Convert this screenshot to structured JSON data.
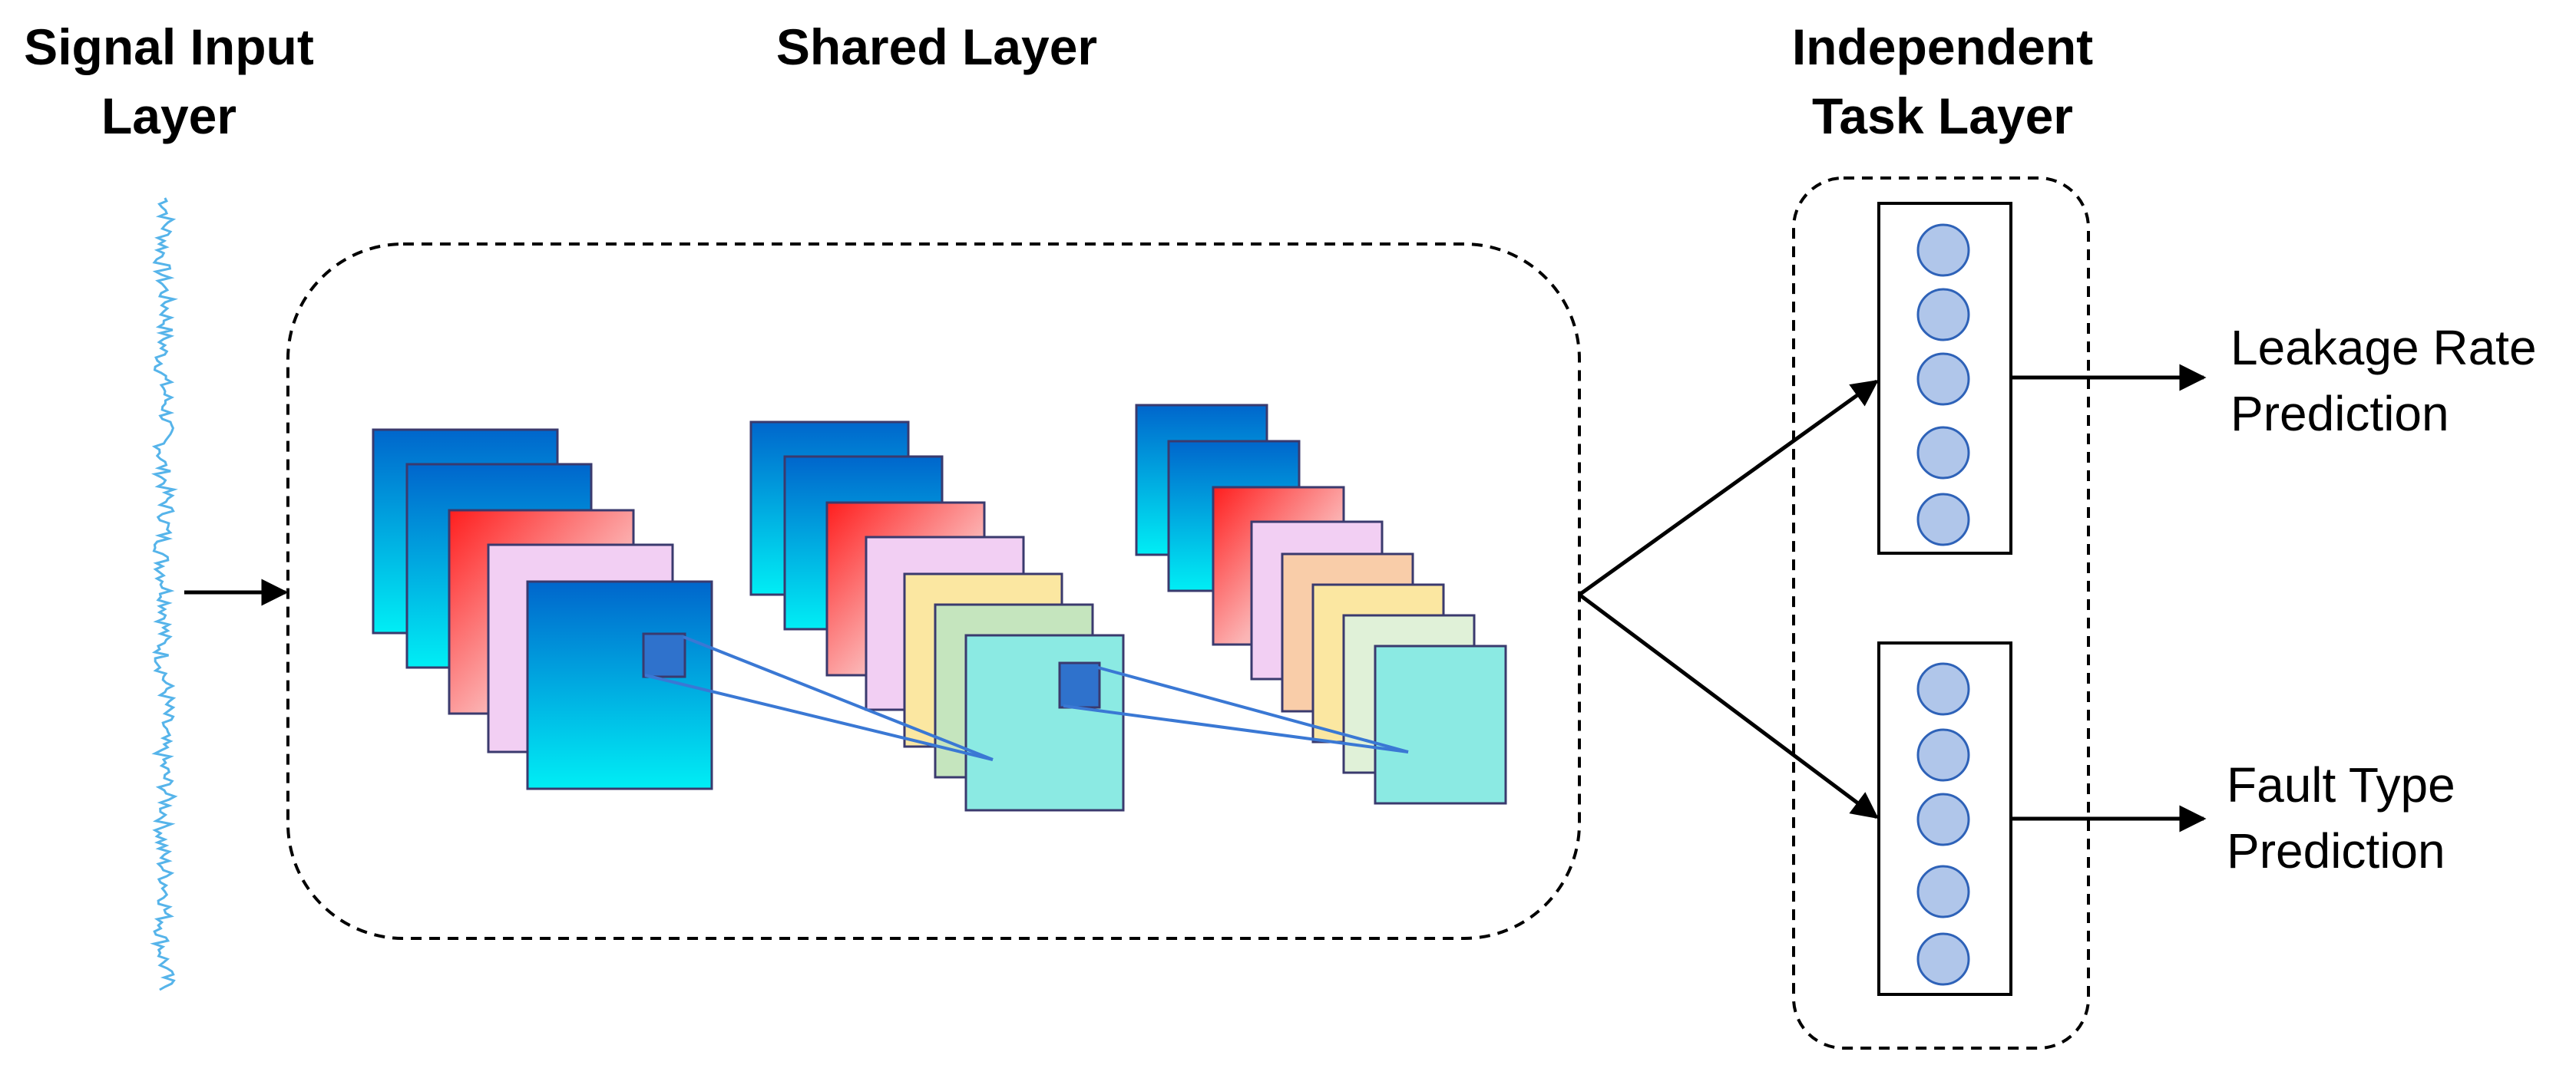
{
  "titles": {
    "input_line1": "Signal Input",
    "input_line2": "Layer",
    "shared": "Shared Layer",
    "task_line1": "Independent",
    "task_line2": "Task Layer"
  },
  "outputs": {
    "leakage_line1": "Leakage Rate",
    "leakage_line2": "Prediction",
    "fault_line1": "Fault Type",
    "fault_line2": "Prediction"
  },
  "colors": {
    "blue_top": "#0066cc",
    "blue_bottom": "#00eef5",
    "red": "#ff1e1e",
    "pink": "#f2cff3",
    "yellow": "#fbe7a1",
    "green": "#c5e5be",
    "teal": "#8beae3",
    "peach": "#f9cda9",
    "mint": "#e0f1d8",
    "kernel": "#2f72cc",
    "projection": "#3a78d4",
    "neuron_fill": "#b0c6ea",
    "neuron_stroke": "#2e62b8",
    "signal": "#56b4ea"
  },
  "icons": {
    "input_arrow": "arrow-right-icon",
    "branch_arrows": "arrow-branch-icon",
    "output_arrows": "arrow-right-icon"
  }
}
